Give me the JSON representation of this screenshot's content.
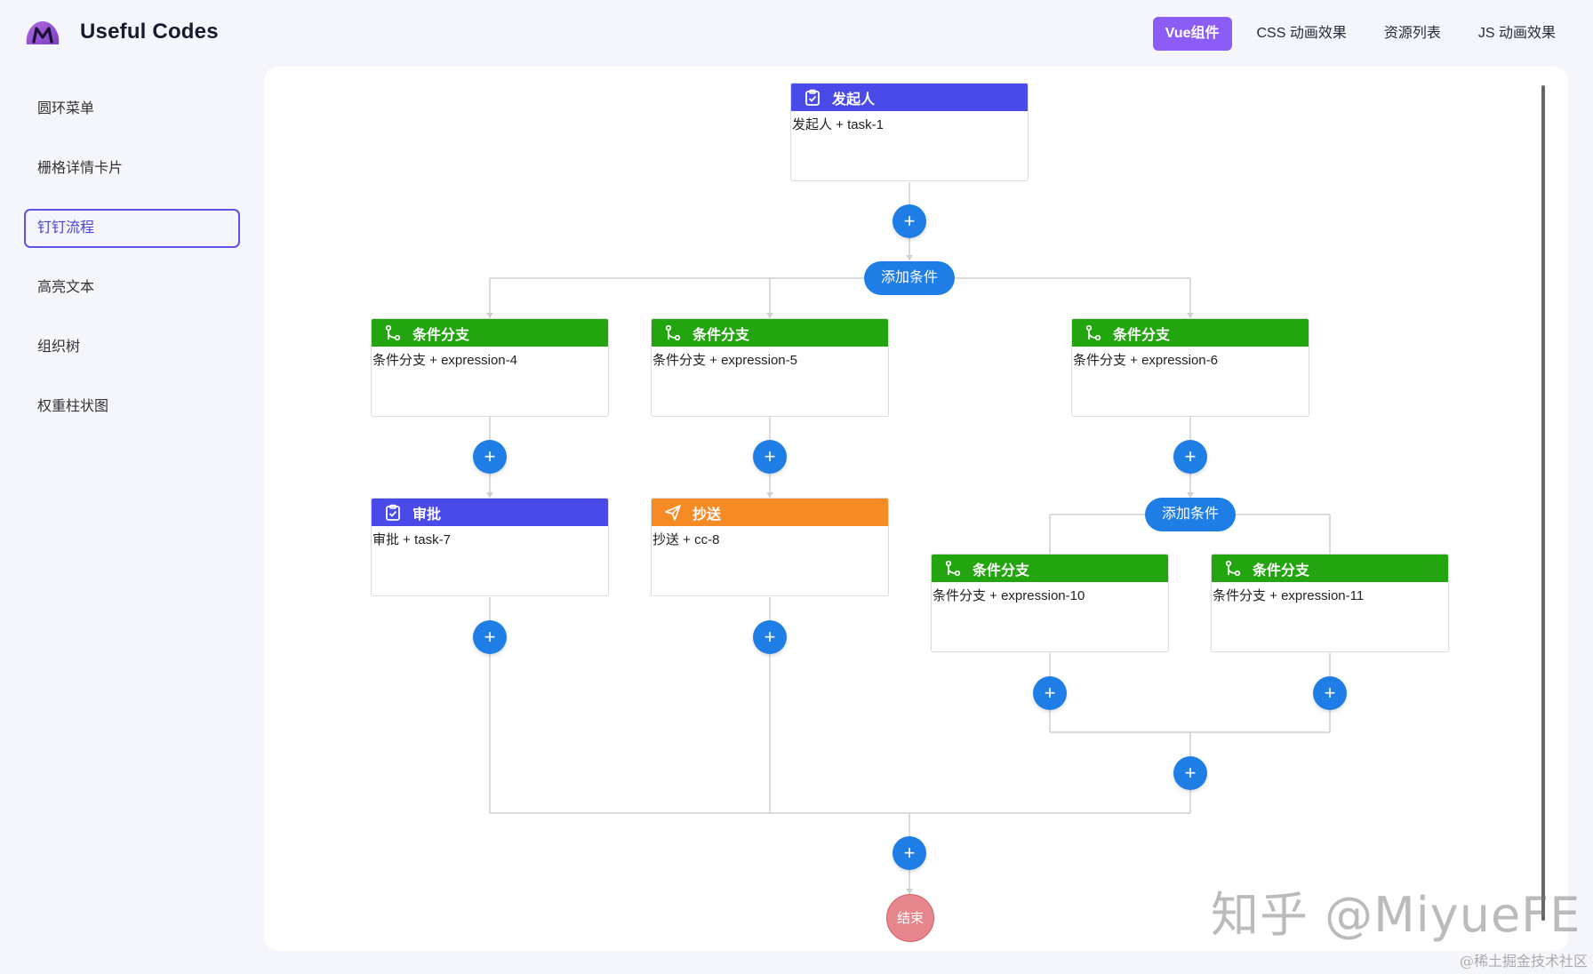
{
  "app": {
    "title": "Useful Codes",
    "logo_icon": "m-logo-icon"
  },
  "nav": [
    {
      "label": "Vue组件",
      "active": true
    },
    {
      "label": "CSS 动画效果",
      "active": false
    },
    {
      "label": "资源列表",
      "active": false
    },
    {
      "label": "JS 动画效果",
      "active": false
    }
  ],
  "sidebar": [
    {
      "label": "圆环菜单",
      "active": false
    },
    {
      "label": "栅格详情卡片",
      "active": false
    },
    {
      "label": "钉钉流程",
      "active": true
    },
    {
      "label": "高亮文本",
      "active": false
    },
    {
      "label": "组织树",
      "active": false
    },
    {
      "label": "权重柱状图",
      "active": false
    }
  ],
  "flow": {
    "plus_label": "+",
    "add_condition_label": "添加条件",
    "end_label": "结束",
    "nodes": {
      "initiator": {
        "title": "发起人",
        "body": "发起人 + task-1"
      },
      "branch4": {
        "title": "条件分支",
        "body": "条件分支 + expression-4"
      },
      "branch5": {
        "title": "条件分支",
        "body": "条件分支 + expression-5"
      },
      "branch6": {
        "title": "条件分支",
        "body": "条件分支 + expression-6"
      },
      "approve7": {
        "title": "审批",
        "body": "审批 + task-7"
      },
      "cc8": {
        "title": "抄送",
        "body": "抄送 + cc-8"
      },
      "branch10": {
        "title": "条件分支",
        "body": "条件分支 + expression-10"
      },
      "branch11": {
        "title": "条件分支",
        "body": "条件分支 + expression-11"
      }
    }
  },
  "colors": {
    "accent": "#8b5cf6",
    "task": "#4a4ae8",
    "branch": "#22a50f",
    "cc": "#f48b24",
    "action": "#1f7ee6",
    "end": "#e7868c"
  },
  "watermark": {
    "main": "知乎 @MiyueFE",
    "sub": "@稀土掘金技术社区"
  }
}
